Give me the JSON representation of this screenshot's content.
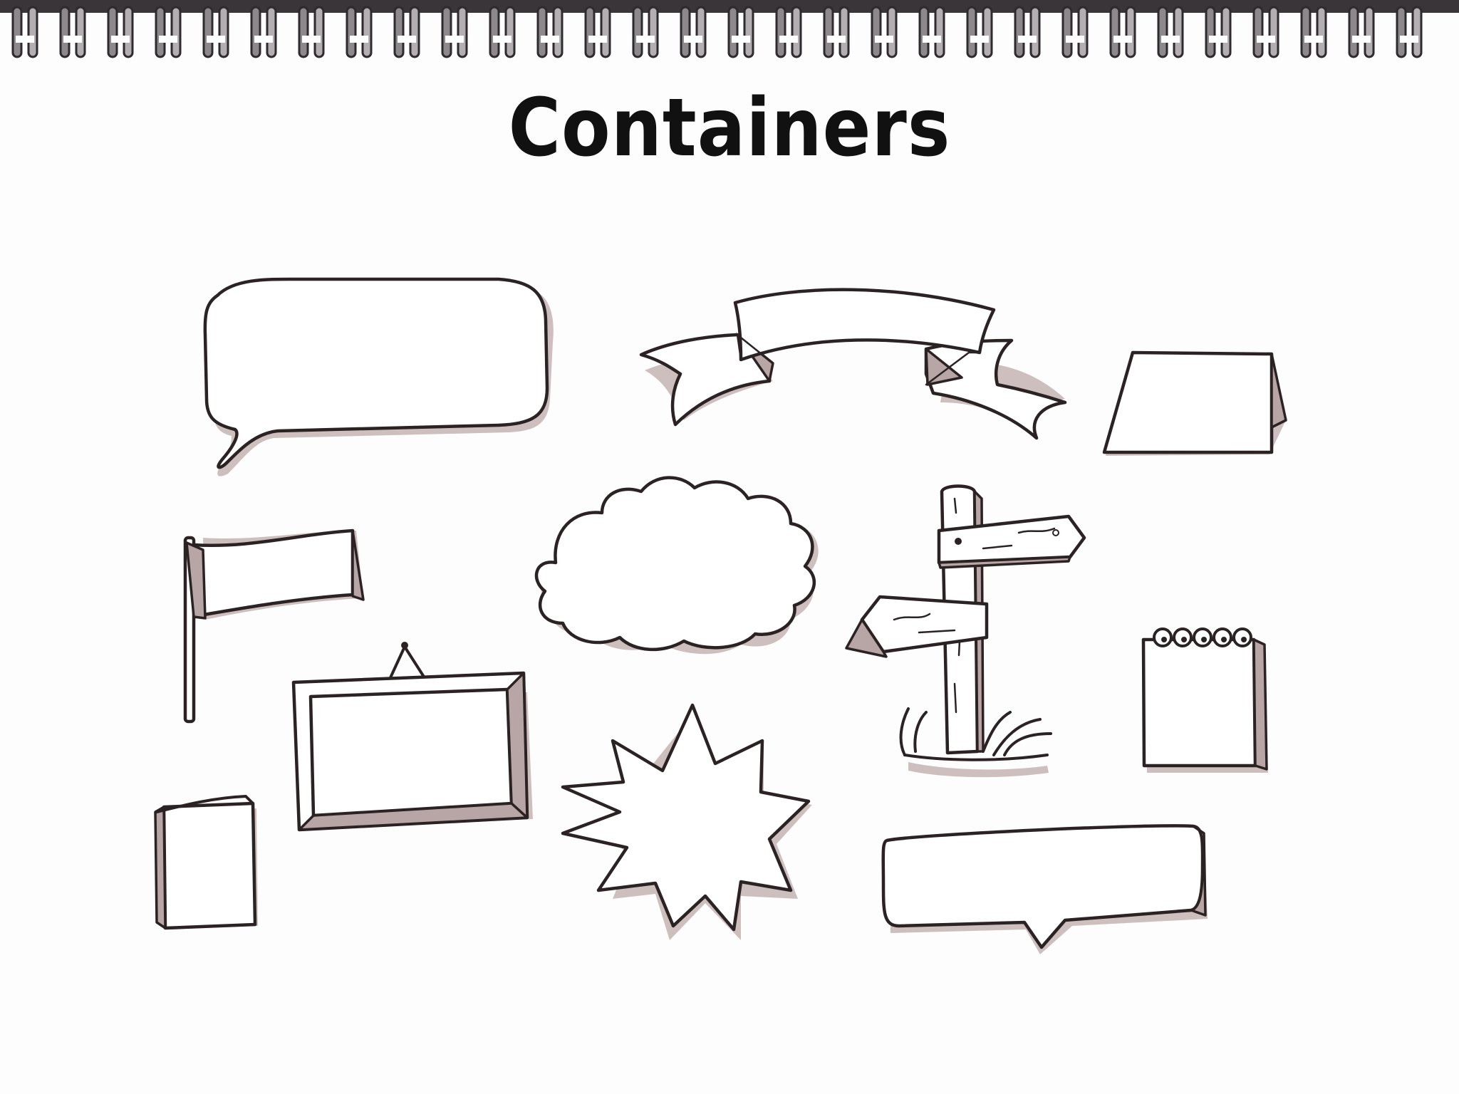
{
  "title": "Containers",
  "colors": {
    "ink": "#2b2224",
    "shadow": "#c9b8b8",
    "paper": "#fdfdfd",
    "binding": "#3a3538"
  },
  "containers": [
    {
      "name": "speech-bubble"
    },
    {
      "name": "ribbon-banner"
    },
    {
      "name": "tent-card"
    },
    {
      "name": "flag"
    },
    {
      "name": "cloud"
    },
    {
      "name": "signpost"
    },
    {
      "name": "spiral-notepad"
    },
    {
      "name": "hanging-frame"
    },
    {
      "name": "starburst"
    },
    {
      "name": "book"
    },
    {
      "name": "callout-box"
    }
  ]
}
